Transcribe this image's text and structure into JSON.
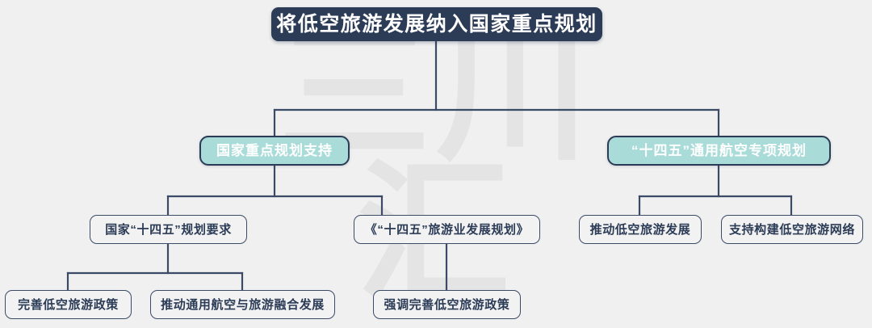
{
  "diagram": {
    "type": "org-chart",
    "background_color": "#f0f0f0",
    "watermark_text": "三川\n汇",
    "colors": {
      "root_fill": "#2c3c57",
      "root_text": "#ffffff",
      "branch_fill": "#a9dbd8",
      "branch_text": "#ffffff",
      "leaf_fill": "#f2f2f2",
      "leaf_text": "#2c3c57",
      "border": "#2c3c57",
      "connector": "#3b4a67"
    },
    "root": {
      "label": "将低空旅游发展纳入国家重点规划"
    },
    "branches": [
      {
        "label": "国家重点规划支持",
        "children": [
          {
            "label": "国家“十四五”规划要求",
            "children": [
              {
                "label": "完善低空旅游政策"
              },
              {
                "label": "推动通用航空与旅游融合发展"
              }
            ]
          },
          {
            "label": "《“十四五”旅游业发展规划》",
            "children": [
              {
                "label": "强调完善低空旅游政策"
              }
            ]
          }
        ]
      },
      {
        "label": "“十四五”通用航空专项规划",
        "children": [
          {
            "label": "推动低空旅游发展",
            "children": []
          },
          {
            "label": "支持构建低空旅游网络",
            "children": []
          }
        ]
      }
    ]
  }
}
